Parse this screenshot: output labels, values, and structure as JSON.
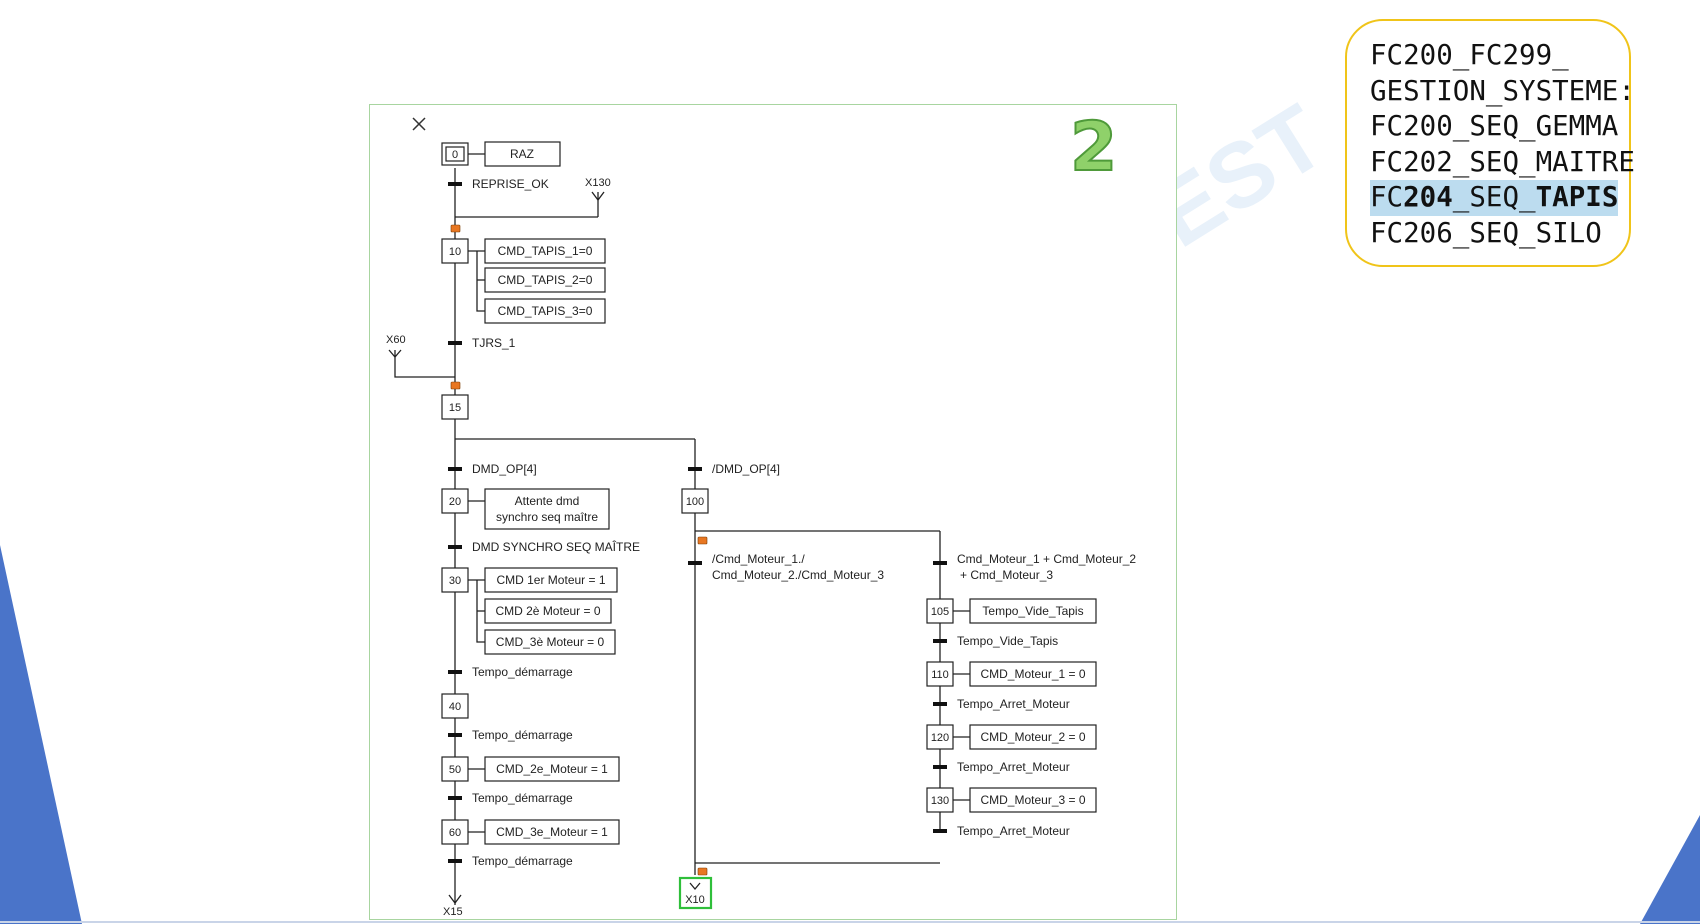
{
  "slide": {
    "big_number": "2",
    "watermark_fragment": "EST",
    "colors": {
      "accent_blue": "#4a74c9",
      "highlight": "#bcdcef",
      "callout_border": "#f0c419",
      "frame_border": "#a8d5a0"
    }
  },
  "callout": {
    "lines": [
      "FC200_FC299_",
      "GESTION_SYSTEME:",
      "FC200_SEQ_GEMMA",
      "FC202_SEQ_MAITRE"
    ],
    "highlighted": {
      "part1": "FC",
      "part2": "204",
      "part3": "_SEQ_",
      "part4": "TAPIS"
    },
    "last_line": "FC206_SEQ_SILO"
  },
  "grafcet": {
    "icons": {
      "close": "close-icon",
      "lock": "lock-icon"
    },
    "steps": {
      "s0": "0",
      "s10": "10",
      "s15": "15",
      "s20": "20",
      "s30": "30",
      "s40": "40",
      "s50": "50",
      "s60": "60",
      "s100": "100",
      "s105": "105",
      "s110": "110",
      "s120": "120",
      "s130": "130"
    },
    "actions": {
      "raz": "RAZ",
      "cmd_tapis_1": "CMD_TAPIS_1=0",
      "cmd_tapis_2": "CMD_TAPIS_2=0",
      "cmd_tapis_3": "CMD_TAPIS_3=0",
      "attente_1": "Attente dmd",
      "attente_2": "synchro seq maître",
      "cmd_1er": "CMD 1er Moteur = 1",
      "cmd_2e0": "CMD 2è Moteur = 0",
      "cmd_3e0": "CMD_3è Moteur = 0",
      "cmd_2e1": "CMD_2e_Moteur = 1",
      "cmd_3e1": "CMD_3e_Moteur = 1",
      "tempo_vide": "Tempo_Vide_Tapis",
      "cmd_m1": "CMD_Moteur_1 = 0",
      "cmd_m2": "CMD_Moteur_2 = 0",
      "cmd_m3": "CMD_Moteur_3 = 0"
    },
    "transitions": {
      "reprise": "REPRISE_OK",
      "tjrs": "TJRS_1",
      "dmd_op": "DMD_OP[4]",
      "not_dmd_op": "/DMD_OP[4]",
      "dmd_synchro": "DMD SYNCHRO SEQ MAÎTRE",
      "tempo_dem_1": "Tempo_démarrage",
      "tempo_dem_2": "Tempo_démarrage",
      "tempo_dem_3": "Tempo_démarrage",
      "tempo_dem_4": "Tempo_démarrage",
      "not_cmd_1": "/Cmd_Moteur_1./",
      "not_cmd_2": "Cmd_Moteur_2./Cmd_Moteur_3",
      "cmd_or_1": "Cmd_Moteur_1 + Cmd_Moteur_2",
      "cmd_or_2": "+ Cmd_Moteur_3",
      "tempo_vide": "Tempo_Vide_Tapis",
      "arret_1": "Tempo_Arret_Moteur",
      "arret_2": "Tempo_Arret_Moteur",
      "arret_3": "Tempo_Arret_Moteur"
    },
    "jumps": {
      "x130": "X130",
      "x60": "X60",
      "x15": "X15",
      "x10": "X10"
    }
  }
}
